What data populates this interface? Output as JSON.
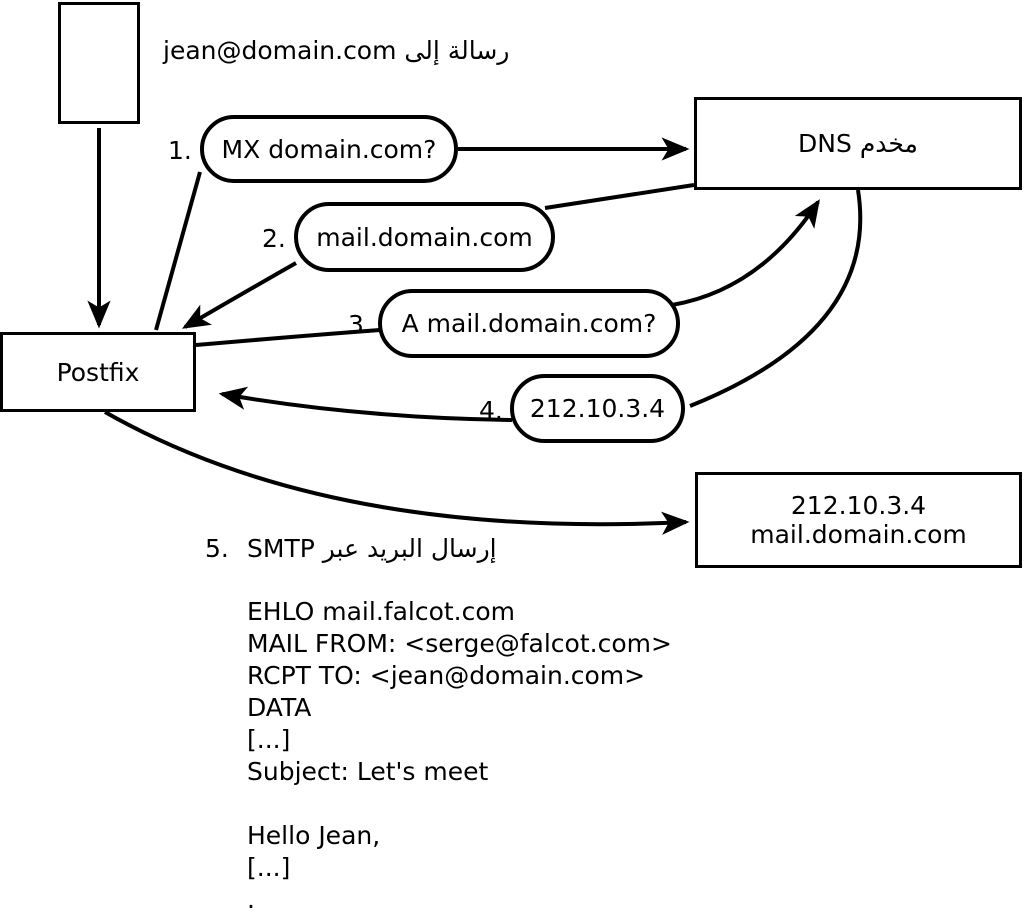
{
  "diagram": {
    "title_caption": "رسالة إلى jean@domain.com",
    "nodes": {
      "client_box": "",
      "postfix": "Postfix",
      "dns_server": "مخدم DNS",
      "target_server_line1": "212.10.3.4",
      "target_server_line2": "mail.domain.com"
    },
    "steps": [
      {
        "number": "1.",
        "message": "MX domain.com?"
      },
      {
        "number": "2.",
        "message": "mail.domain.com"
      },
      {
        "number": "3.",
        "message": "A mail.domain.com?"
      },
      {
        "number": "4.",
        "message": "212.10.3.4"
      },
      {
        "number": "5.",
        "message": "إرسال البريد عبر SMTP"
      }
    ],
    "smtp_transcript": "EHLO mail.falcot.com\nMAIL FROM: <serge@falcot.com>\nRCPT TO: <jean@domain.com>\nDATA\n[...]\nSubject: Let's meet\n\nHello Jean,\n[...]\n.",
    "colors": {
      "stroke": "#000000",
      "fill": "#ffffff",
      "text": "#000000"
    }
  }
}
